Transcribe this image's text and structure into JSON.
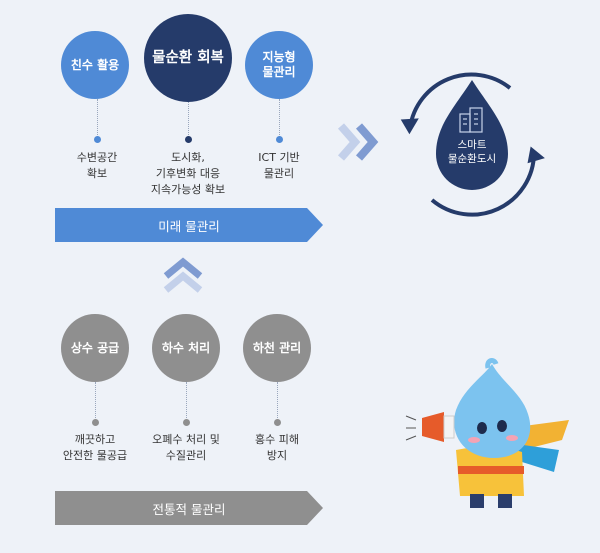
{
  "future": {
    "circles": [
      {
        "label": "친수 활용"
      },
      {
        "label": "물순환 회복"
      },
      {
        "label": "지능형\n물관리"
      }
    ],
    "captions": [
      "수변공간\n확보",
      "도시화,\n기후변화 대응\n지속가능성 확보",
      "ICT 기반\n물관리"
    ],
    "banner": "미래 물관리"
  },
  "traditional": {
    "circles": [
      {
        "label": "상수 공급"
      },
      {
        "label": "하수 처리"
      },
      {
        "label": "하천 관리"
      }
    ],
    "captions": [
      "깨끗하고\n안전한 물공급",
      "오폐수 처리 및\n수질관리",
      "홍수 피해\n방지"
    ],
    "banner": "전통적 물관리"
  },
  "smart_city": {
    "label": "스마트\n물순환도시",
    "icon": "city-building-icon"
  },
  "colors": {
    "background": "#eef2f8",
    "future_blue": "#4f8ad6",
    "future_navy": "#253b6a",
    "traditional_gray": "#8f8f8f"
  }
}
